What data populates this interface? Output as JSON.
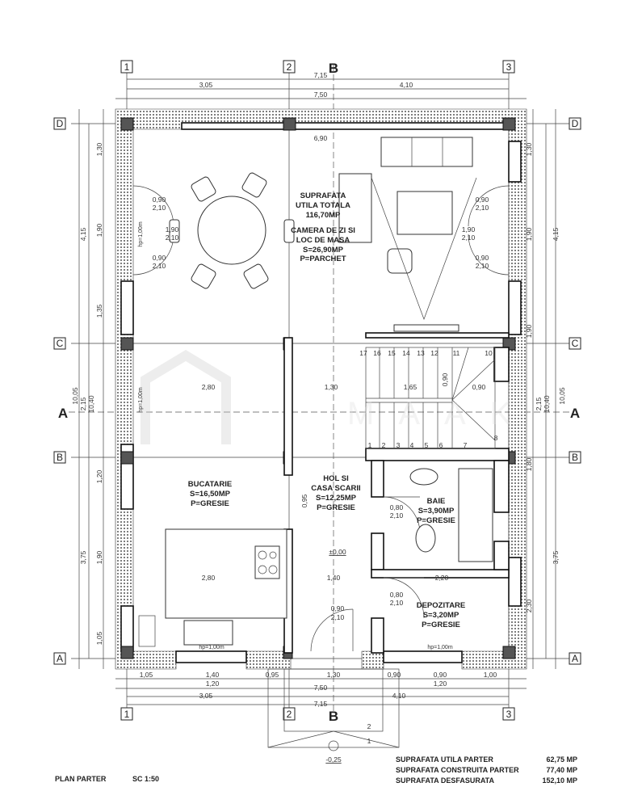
{
  "plan": {
    "title": "PLAN PARTER",
    "scale": "SC 1:50",
    "grid_columns": [
      "1",
      "2",
      "3"
    ],
    "grid_rows": [
      "D",
      "C",
      "B",
      "A"
    ],
    "section_marks": {
      "horizontal": "A",
      "vertical": "B"
    },
    "watermark": "MAAK"
  },
  "rooms": {
    "total": [
      "SUPRAFATA",
      "UTILA TOTALA",
      "116,70MP"
    ],
    "living": [
      "CAMERA DE ZI SI",
      "LOC DE MASA",
      "S=26,90MP",
      "P=PARCHET"
    ],
    "kitchen": [
      "BUCATARIE",
      "S=16,50MP",
      "P=GRESIE"
    ],
    "hall": [
      "HOL SI",
      "CASA SCARII",
      "S=12,25MP",
      "P=GRESIE"
    ],
    "bath": [
      "BAIE",
      "S=3,90MP",
      "P=GRESIE"
    ],
    "storage": [
      "DEPOZITARE",
      "S=3,20MP",
      "P=GRESIE"
    ],
    "level": "±0,00",
    "entrance_level": "-0,25"
  },
  "dims": {
    "top": [
      "7,15",
      "3,05",
      "4,10",
      "7,50",
      "6,90"
    ],
    "bottom": [
      "1,05",
      "1,40",
      "1,20",
      "0,95",
      "1,30",
      "0,90",
      "0,90",
      "1,20",
      "1,00",
      "7,50",
      "3,05",
      "4,10",
      "7,15"
    ],
    "left": [
      "4,15",
      "10,05",
      "3,75",
      "1,30",
      "1,90",
      "1,35",
      "1,20",
      "1,90",
      "1,05",
      "2,15",
      "10,40"
    ],
    "right": [
      "4,15",
      "10,05",
      "3,75",
      "1,30",
      "1,90",
      "1,90",
      "1,80",
      "2,30",
      "10,40",
      "2,15"
    ],
    "interior": [
      "2,80",
      "2,80",
      "1,30",
      "1,65",
      "0,90",
      "1,40",
      "2,20",
      "0,95",
      "0,90"
    ],
    "doors": [
      [
        "0,90",
        "2,10"
      ],
      [
        "0,90",
        "2,10"
      ],
      [
        "1,90",
        "2,10"
      ],
      [
        "0,90",
        "2,10"
      ],
      [
        "0,90",
        "2,10"
      ],
      [
        "1,90",
        "2,10"
      ],
      [
        "0,80",
        "2,10"
      ],
      [
        "0,80",
        "2,10"
      ],
      [
        "0,90",
        "2,10"
      ]
    ],
    "sill_heights": [
      "hp=1,00m",
      "hp=1,00m",
      "hp=1,00m",
      "hp=1,00m"
    ],
    "stairs_top": [
      "17",
      "16",
      "15",
      "14",
      "13",
      "12",
      "11",
      "10"
    ],
    "stairs_bottom": [
      "1",
      "2",
      "3",
      "4",
      "5",
      "6",
      "7",
      "8"
    ],
    "entrance_steps": [
      "2",
      "1"
    ]
  },
  "summary": [
    {
      "label": "SUPRAFATA UTILA  PARTER",
      "value": "62,75 MP"
    },
    {
      "label": "SUPRAFATA CONSTRUITA  PARTER",
      "value": "77,40 MP"
    },
    {
      "label": "SUPRAFATA DESFASURATA",
      "value": "152,10 MP"
    }
  ]
}
